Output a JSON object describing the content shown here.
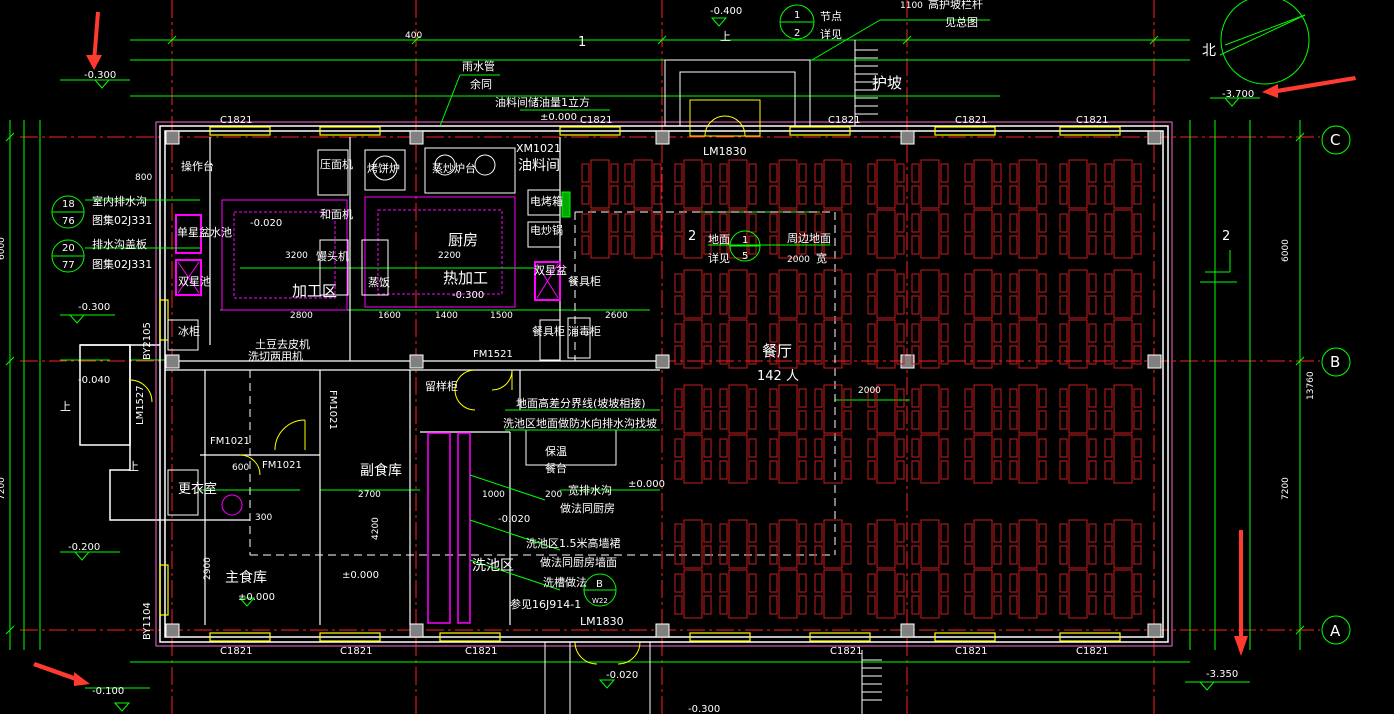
{
  "colors": {
    "background": "#000000",
    "wall": "#ffffff",
    "dimension": "#00ff00",
    "axis": "#ff2020",
    "furniture": "#c81e1e",
    "equipment": "#ff00ff",
    "window": "#ffff00",
    "text": "#ffffff",
    "arrow": "#ff3b2f"
  },
  "axes": {
    "right_labels": [
      "C",
      "B",
      "A"
    ]
  },
  "rooms": {
    "dining_hall": "餐厅",
    "people": "142 人",
    "kitchen": "厨房",
    "hot_process": "热加工",
    "process_area": "加工区",
    "oil_room": "油料间",
    "side_store": "副食库",
    "main_store": "主食库",
    "wash_area": "洗池区",
    "changing": "更衣室",
    "ramp": "护坡",
    "north": "北"
  },
  "equipment": {
    "operating_table": "操作台",
    "slicer": "压面机",
    "bake_pan": "烤饼炉",
    "steamer": "蒸炒炉台",
    "mixer": "和面机",
    "meat_grinder": "馒头机",
    "rice_cooker": "蒸饭",
    "electric_pan": "电烤箱",
    "electric_pan2": "电炒锅",
    "double_sink": "双星盆",
    "double_sink2": "双星池",
    "tableware": "餐具柜",
    "disinfect": "消毒柜",
    "tableware2": "餐具柜",
    "sample_cabinet": "留样柜",
    "ice_cabinet": "冰柜",
    "single_sink": "单星盆水池",
    "soil_peeler": "土豆去皮机",
    "veg_washer": "洗切两用机",
    "warm_table": "保温",
    "food_table": "餐台"
  },
  "notes": {
    "rain_pipe": "雨水管",
    "rain_pipe2": "余同",
    "oil_note": "油料间储油量1立方",
    "xm_door": "XM1021",
    "lm_top": "LM1830",
    "lm_bottom": "LM1830",
    "fm1521": "FM1521",
    "fm1021a": "FM1021",
    "fm1021b": "FM1021",
    "fm1021c": "FM1021",
    "lm1527": "LM1527",
    "by2105": "BY2105",
    "by1104": "BY1104",
    "floor_note1": "地面高差分界线(坡坡相接)",
    "floor_note2": "洗池区地面做防水向排水沟找坡",
    "drain1": "宽排水沟",
    "drain2": "做法同厨房",
    "wash_wall1": "洗池区1.5米高墙裙",
    "wash_wall2": "做法同厨房墙面",
    "wash_wall3": "洗槽做法",
    "ref1": "参见16J914-1",
    "node": "节点",
    "node_see": "详见",
    "rail": "高护坡栏杆",
    "rail_see": "见总图",
    "drain_indoor": "室内排水沟",
    "drain_cover": "排水沟盖板",
    "atlas": "图集02J331",
    "atlas2": "图集02J331",
    "floor": "地面",
    "see": "详见",
    "perimeter": "周边地面",
    "width": "宽",
    "up1": "上",
    "up2": "上",
    "up3": "上"
  },
  "levels": {
    "tl": "-0.300",
    "tr": "-3.700",
    "bl": "-0.100",
    "br": "-3.350",
    "top_mid": "-0.400",
    "left1": "-0.300",
    "left2": "-0.040",
    "left3": "-0.200",
    "proc": "-0.020",
    "hot": "-0.300",
    "floor": "±0.000",
    "store": "±0.000",
    "main_store": "±0.000",
    "wash": "-0.020",
    "hall": "±0.000",
    "bottom_door": "-0.020",
    "bottom": "-0.300"
  },
  "windows": [
    "C1821",
    "C1821",
    "C1821",
    "C1821",
    "C1821",
    "C1821",
    "C1821",
    "C1821",
    "C1821",
    "C1821",
    "C1821"
  ],
  "dims": {
    "left_total": "6000",
    "left_total2": "7200",
    "right_total": "6000",
    "right_total2": "7200",
    "right_grand": "13760",
    "d2700": "2700",
    "d3200": "3200",
    "d2200": "2200",
    "d2800": "2800",
    "d1600": "1600",
    "d1400": "1400",
    "d1500": "1500",
    "d2600": "2600",
    "d2000": "2000",
    "d2000b": "2000",
    "d4200": "4200",
    "d2900": "2900",
    "d1000": "1000",
    "d1100": "1100",
    "d400": "400",
    "d200": "200",
    "d300": "300",
    "d600": "600",
    "d800": "800"
  },
  "symbols": {
    "num1": "1",
    "num2": "2",
    "num5": "5",
    "num18": "18",
    "num76": "76",
    "num20": "20",
    "num77": "77",
    "sym_b": "B",
    "sym_w": "W22",
    "gate": "2",
    "gate2": "2",
    "zone1": "1"
  }
}
